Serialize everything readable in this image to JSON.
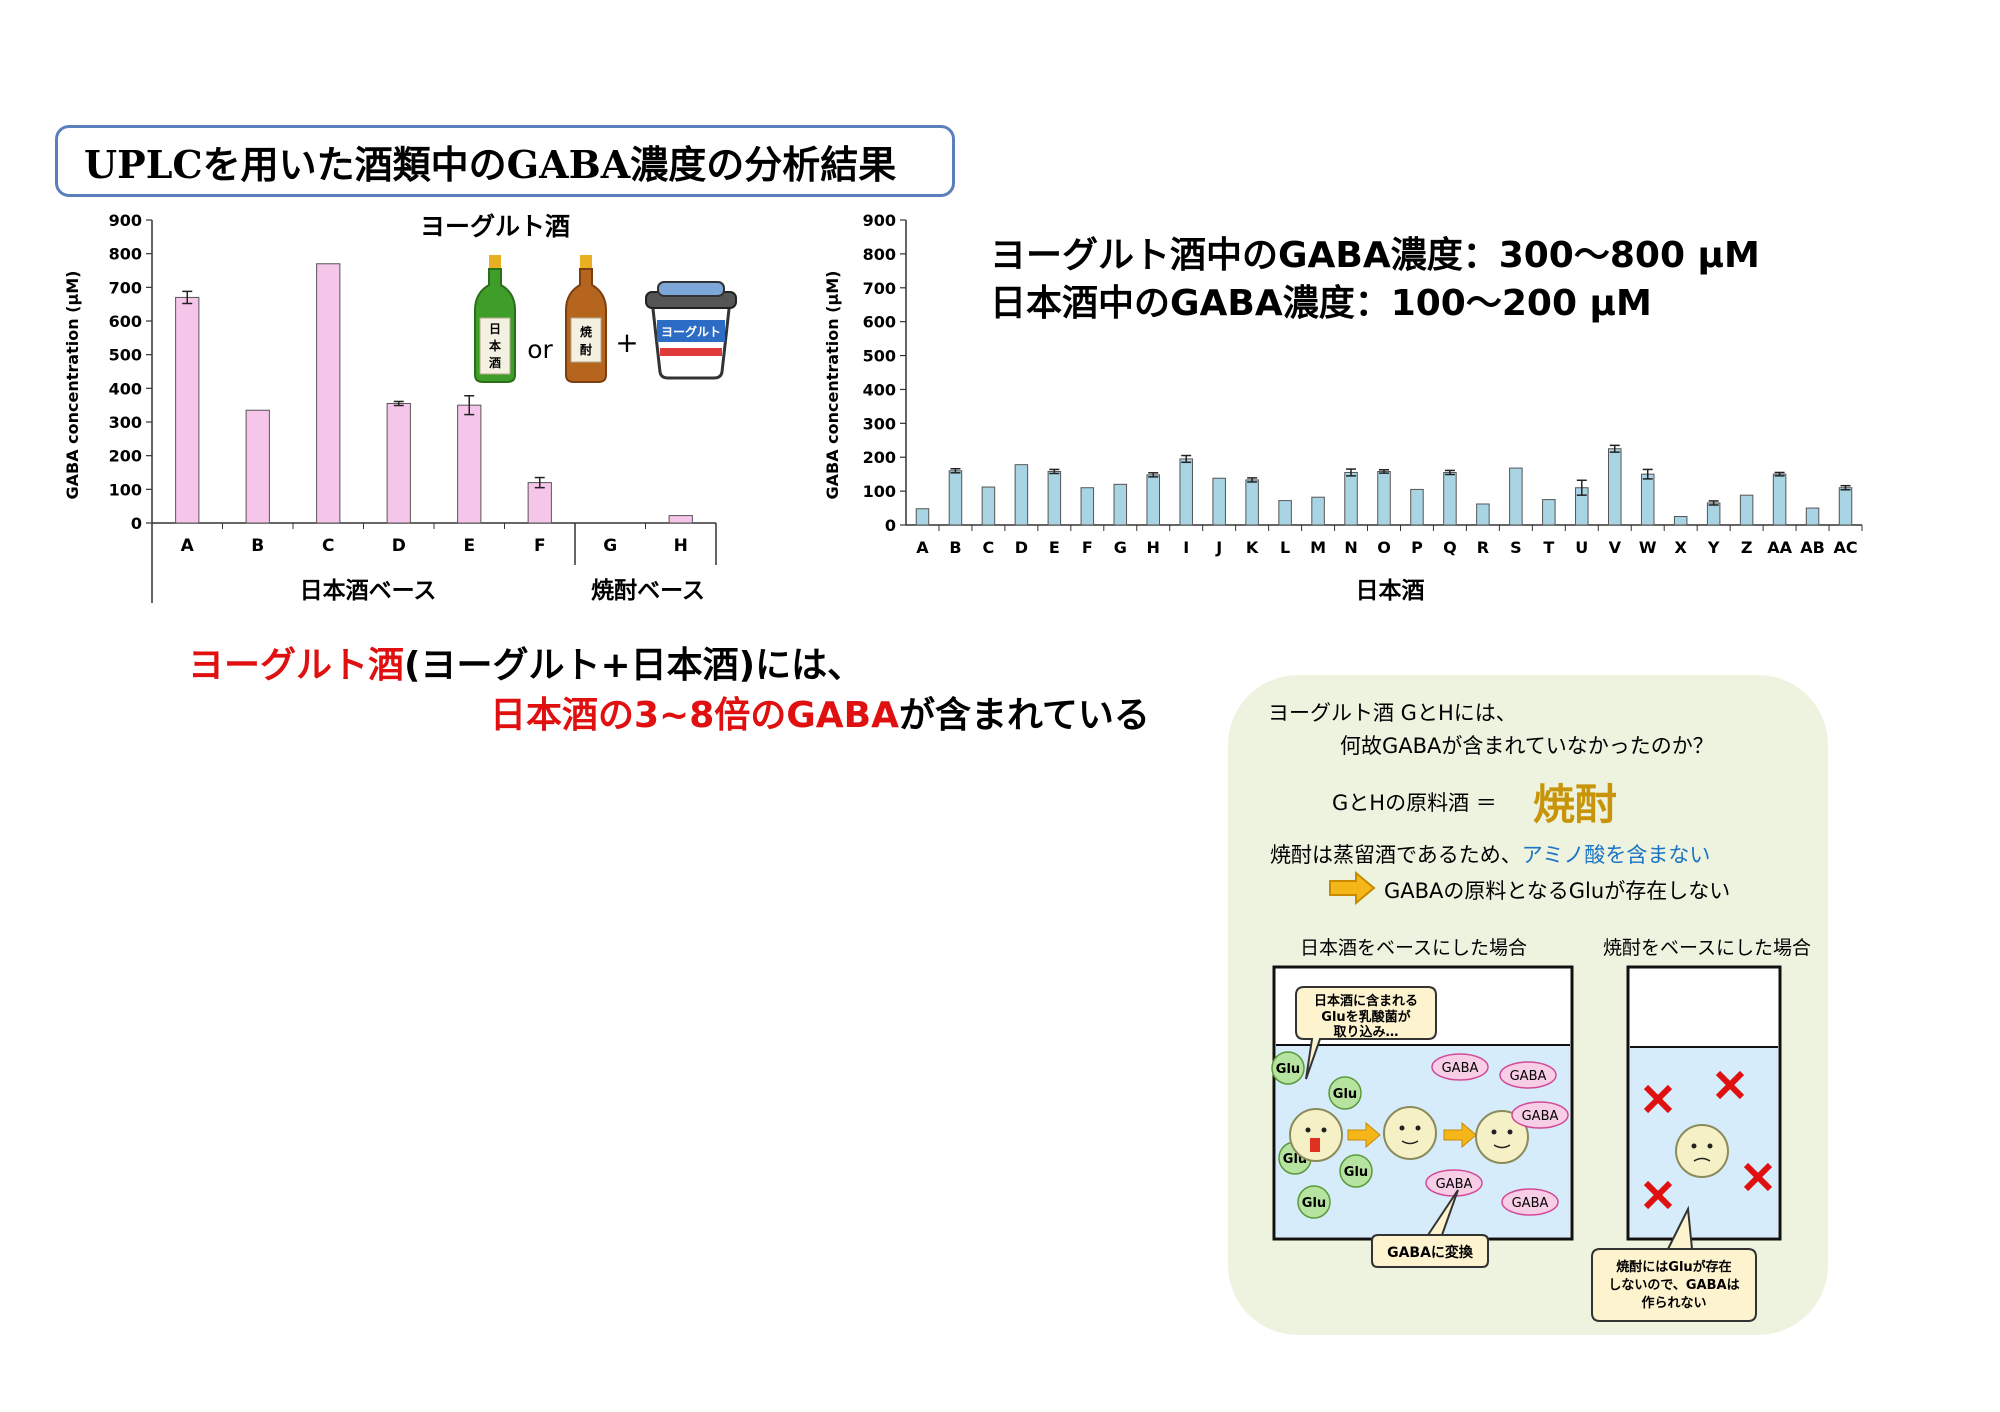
{
  "title": "UPLCを用いた酒類中のGABA濃度の分析結果",
  "chart_data": [
    {
      "type": "bar",
      "categories": [
        "A",
        "B",
        "C",
        "D",
        "E",
        "F",
        "G",
        "H"
      ],
      "values": [
        670,
        335,
        770,
        355,
        350,
        120,
        0,
        22
      ],
      "errors": [
        18,
        0,
        0,
        6,
        28,
        15,
        0,
        0
      ],
      "ylabel": "GABA concentration (μM)",
      "ylim": [
        0,
        900
      ],
      "yticks": [
        0,
        100,
        200,
        300,
        400,
        500,
        600,
        700,
        800,
        900
      ],
      "bar_color": "#f6c6ea",
      "group_labels": [
        "日本酒ベース",
        "焼酎ベース"
      ],
      "inset_title": "ヨーグルト酒",
      "inset_or": "or",
      "inset_plus": "+",
      "inset_bottle1_label": "日本酒",
      "inset_bottle2_label": "焼酎",
      "inset_cup_label": "ヨーグルト"
    },
    {
      "type": "bar",
      "categories": [
        "A",
        "B",
        "C",
        "D",
        "E",
        "F",
        "G",
        "H",
        "I",
        "J",
        "K",
        "L",
        "M",
        "N",
        "O",
        "P",
        "Q",
        "R",
        "S",
        "T",
        "U",
        "V",
        "W",
        "X",
        "Y",
        "Z",
        "AA",
        "AB",
        "AC"
      ],
      "values": [
        48,
        160,
        112,
        178,
        158,
        110,
        120,
        148,
        195,
        138,
        133,
        72,
        82,
        155,
        158,
        105,
        155,
        62,
        168,
        75,
        110,
        225,
        150,
        25,
        65,
        88,
        150,
        50,
        110
      ],
      "errors": [
        0,
        6,
        0,
        0,
        6,
        0,
        0,
        6,
        10,
        0,
        6,
        0,
        0,
        10,
        5,
        0,
        6,
        0,
        0,
        0,
        22,
        10,
        14,
        0,
        6,
        0,
        5,
        0,
        6
      ],
      "ylabel": "GABA concentration (μM)",
      "ylim": [
        0,
        900
      ],
      "yticks": [
        0,
        100,
        200,
        300,
        400,
        500,
        600,
        700,
        800,
        900
      ],
      "bar_color": "#a8d4e4",
      "xlabel": "日本酒"
    }
  ],
  "concentration_lines": [
    "ヨーグルト酒中のGABA濃度：300～800 μM",
    "日本酒中のGABA濃度：100～200 μM"
  ],
  "summary": {
    "line1_red": "ヨーグルト酒",
    "line1_black": "(ヨーグルト+日本酒)には、",
    "line2_red": "日本酒の3~8倍のGABA",
    "line2_black": "が含まれている"
  },
  "note": {
    "question_line1": "ヨーグルト酒 GとHには、",
    "question_line2": "何故GABAが含まれていなかったのか？",
    "source_label": "GとHの原料酒 ＝",
    "source_value": "焼酎",
    "reason_black": "焼酎は蒸留酒であるため、",
    "reason_blue": "アミノ酸を含まない",
    "consequence": "GABAの原料となるGluが存在しない",
    "sake_case_title": "日本酒をベースにした場合",
    "shochu_case_title": "焼酎をベースにした場合",
    "bubble_uptake": [
      "日本酒に含まれる",
      "Gluを乳酸菌が",
      "取り込み…"
    ],
    "bubble_convert": "GABAに変換",
    "bubble_shochu": [
      "焼酎にはGluが存在",
      "しないので、GABAは",
      "作られない"
    ],
    "glu": "Glu",
    "gaba": "GABA"
  }
}
